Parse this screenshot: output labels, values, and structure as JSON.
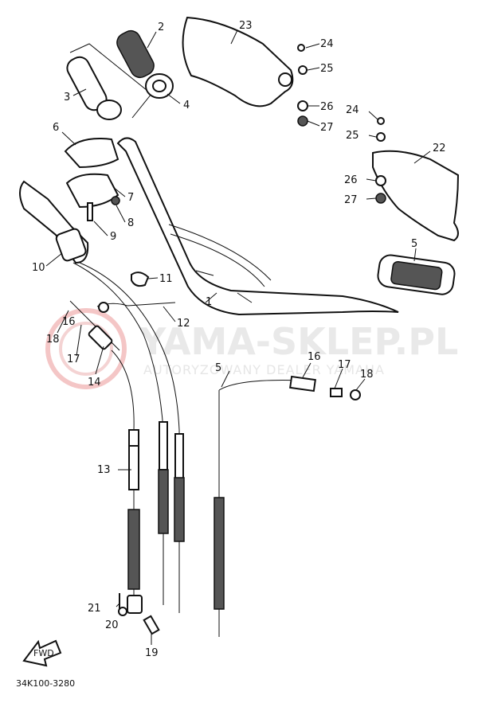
{
  "watermark": {
    "title": "YAMA-SKLEP.PL",
    "subtitle": "AUTORYZOWANY DEALER YAMAHA"
  },
  "part_labels": [
    "1",
    "2",
    "3",
    "4",
    "5",
    "6",
    "7",
    "8",
    "9",
    "10",
    "11",
    "12",
    "13",
    "14",
    "16",
    "17",
    "18",
    "5",
    "16",
    "17",
    "18",
    "19",
    "20",
    "21",
    "22",
    "23",
    "24",
    "25",
    "26",
    "27",
    "24",
    "25",
    "26",
    "27"
  ],
  "diagram_code": "34K100-3280",
  "fwd_label": "FWD"
}
